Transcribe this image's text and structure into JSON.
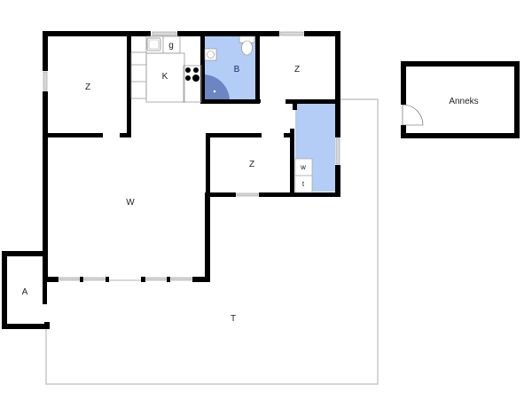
{
  "plan": {
    "wall_color": "#000000",
    "wet_room_color": "#b4cdf6",
    "shower_color": "#6b86c2",
    "window_color": "#d0d0d0",
    "terrace_line_color": "#bbbbbb"
  },
  "rooms": {
    "bedroom_nw": {
      "label": "Z"
    },
    "kitchen": {
      "label": "K"
    },
    "kitchen_g": {
      "label": "g"
    },
    "bathroom": {
      "label": "B"
    },
    "bedroom_ne": {
      "label": "Z"
    },
    "bedroom_mid": {
      "label": "Z"
    },
    "utility_w": {
      "label": "w"
    },
    "utility_t": {
      "label": "t"
    },
    "living": {
      "label": "W"
    },
    "storage_a": {
      "label": "A"
    },
    "terrace": {
      "label": "T"
    },
    "annex": {
      "label": "Anneks"
    }
  }
}
